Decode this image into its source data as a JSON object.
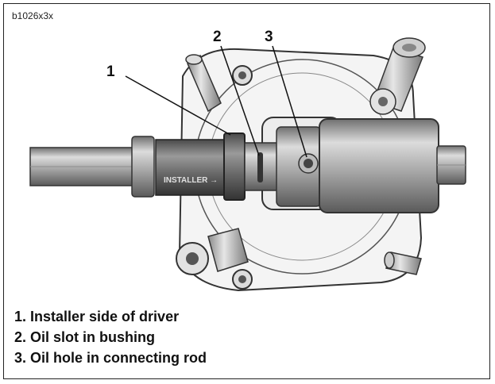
{
  "figure_id": "b1026x3x",
  "installer_marking": "INSTALLER →",
  "callouts": [
    {
      "number": "1",
      "text": "Installer side of driver"
    },
    {
      "number": "2",
      "text": "Oil slot in bushing"
    },
    {
      "number": "3",
      "text": "Oil hole in connecting rod"
    }
  ],
  "legend": [
    "1. Installer side of driver",
    "2. Oil slot in bushing",
    "3. Oil hole in connecting rod"
  ]
}
